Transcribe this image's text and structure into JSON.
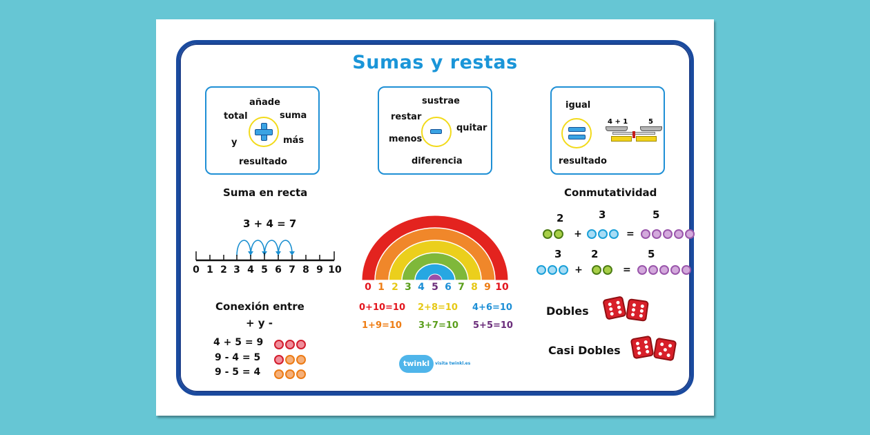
{
  "poster": {
    "title": "Sumas y restas"
  },
  "boxes": {
    "addition": {
      "words": [
        "añade",
        "total",
        "suma",
        "y",
        "más",
        "resultado"
      ],
      "symbol": "+"
    },
    "subtraction": {
      "words": [
        "sustrae",
        "restar",
        "quitar",
        "menos",
        "diferencia"
      ],
      "symbol": "-"
    },
    "equals": {
      "words": [
        "igual",
        "resultado"
      ],
      "symbol": "=",
      "scale_left": "4 + 1",
      "scale_right": "5"
    }
  },
  "number_line": {
    "heading": "Suma en recta",
    "equation": "3 + 4 = 7",
    "ticks": [
      "0",
      "1",
      "2",
      "3",
      "4",
      "5",
      "6",
      "7",
      "8",
      "9",
      "10"
    ]
  },
  "rainbow": {
    "numbers": [
      {
        "n": "0",
        "color": "#e3161e"
      },
      {
        "n": "1",
        "color": "#ee7d14"
      },
      {
        "n": "2",
        "color": "#e6c814"
      },
      {
        "n": "3",
        "color": "#5a9e1c"
      },
      {
        "n": "4",
        "color": "#1d8fd6"
      },
      {
        "n": "5",
        "color": "#6a2c7a"
      },
      {
        "n": "6",
        "color": "#1d8fd6"
      },
      {
        "n": "7",
        "color": "#5a9e1c"
      },
      {
        "n": "8",
        "color": "#e6c814"
      },
      {
        "n": "9",
        "color": "#ee7d14"
      },
      {
        "n": "10",
        "color": "#e3161e"
      }
    ],
    "bands": [
      "#e3231f",
      "#f0872a",
      "#ebcf1c",
      "#7fb83a",
      "#27a7e2",
      "#9b4fa8"
    ],
    "pairs": [
      {
        "text": "0+10=10",
        "color": "#e3161e"
      },
      {
        "text": "2+8=10",
        "color": "#e6c814"
      },
      {
        "text": "4+6=10",
        "color": "#1d8fd6"
      },
      {
        "text": "1+9=10",
        "color": "#ee7d14"
      },
      {
        "text": "3+7=10",
        "color": "#5a9e1c"
      },
      {
        "text": "5+5=10",
        "color": "#6a2c7a"
      }
    ]
  },
  "commutativity": {
    "heading": "Conmutatividad",
    "row1": {
      "a": "2",
      "b": "3",
      "sum": "5",
      "plus": "+",
      "eq": "="
    },
    "row2": {
      "a": "3",
      "b": "2",
      "sum": "5",
      "plus": "+",
      "eq": "="
    }
  },
  "connection": {
    "heading_line1": "Conexión entre",
    "heading_line2": "+ y -",
    "equations": [
      "4 + 5 = 9",
      "9 - 4 = 5",
      "9 - 5 = 4"
    ]
  },
  "doubles": {
    "label": "Dobles",
    "near_label": "Casi Dobles"
  },
  "footer": {
    "logo": "twinkl",
    "tagline": "visita twinkl.es"
  }
}
